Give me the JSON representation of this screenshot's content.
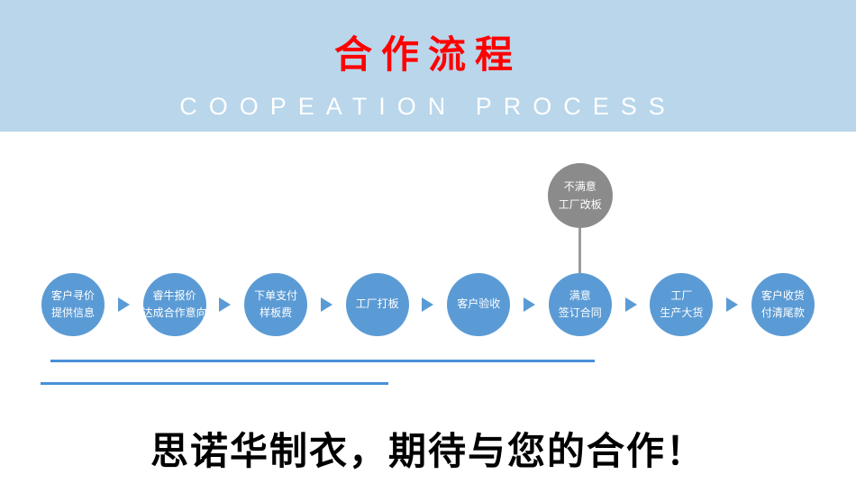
{
  "banner": {
    "title": "合作流程",
    "subtitle": "COOPEATION PROCESS",
    "bg_color": "#b9d6eb",
    "title_color": "#fe0000",
    "subtitle_color": "#ffffff"
  },
  "flow": {
    "circle_color": "#5b9bd5",
    "branch_circle_color": "#8b8b8b",
    "connector_color": "#9b9b9b",
    "steps": [
      {
        "line1": "客户寻价",
        "line2": "提供信息"
      },
      {
        "line1": "睿牛报价",
        "line2": "达成合作意向"
      },
      {
        "line1": "下单支付",
        "line2": "样板费"
      },
      {
        "line1": "工厂打板",
        "line2": ""
      },
      {
        "line1": "客户验收",
        "line2": ""
      },
      {
        "line1": "满意",
        "line2": "签订合同"
      },
      {
        "line1": "工厂",
        "line2": "生产大货"
      },
      {
        "line1": "客户收货",
        "line2": "付清尾款"
      }
    ],
    "branch": {
      "line1": "不满意",
      "line2": "工厂改板"
    }
  },
  "underlines": {
    "color": "#4a90d8"
  },
  "footer": {
    "slogan": "思诺华制衣，期待与您的合作！"
  }
}
